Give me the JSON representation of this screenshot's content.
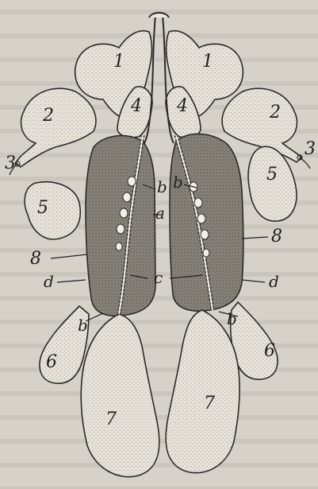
{
  "figure": {
    "labels": {
      "n1_left": "1",
      "n1_right": "1",
      "n2_left": "2",
      "n2_right": "2",
      "n3_left": "3",
      "n3_right": "3",
      "n4_left": "4",
      "n4_right": "4",
      "n5_left": "5",
      "n5_right": "5",
      "n6_left": "6",
      "n6_right": "6",
      "n7_left": "7",
      "n7_right": "7",
      "n8_left": "8",
      "n8_right": "8",
      "b_top_left": "b",
      "b_top_right": "b",
      "b_bottom_left": "b",
      "b_bottom_right": "b",
      "a": "a",
      "c": "c",
      "d_left": "d",
      "d_right": "d"
    }
  }
}
